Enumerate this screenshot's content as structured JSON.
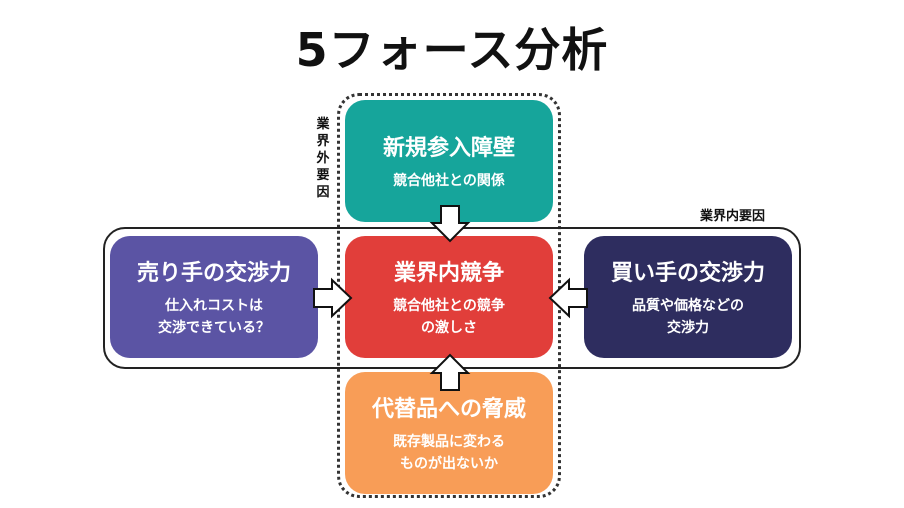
{
  "title": "5フォース分析",
  "labels": {
    "outside": "業界外要因",
    "inside": "業界内要因"
  },
  "forces": {
    "new_entrants": {
      "title": "新規参入障壁",
      "lines": [
        "競合他社との関係"
      ],
      "color": "#16a59b"
    },
    "rivalry": {
      "title": "業界内競争",
      "lines": [
        "競合他社との競争",
        "の激しさ"
      ],
      "color": "#e13e3a"
    },
    "substitutes": {
      "title": "代替品への脅威",
      "lines": [
        "既存製品に変わる",
        "ものが出ないか"
      ],
      "color": "#f89d57"
    },
    "suppliers": {
      "title": "売り手の交渉力",
      "lines": [
        "仕入れコストは",
        "交渉できている？"
      ],
      "color": "#5b54a4"
    },
    "buyers": {
      "title": "買い手の交渉力",
      "lines": [
        "品質や価格などの",
        "交渉力"
      ],
      "color": "#2e2d5f"
    }
  }
}
